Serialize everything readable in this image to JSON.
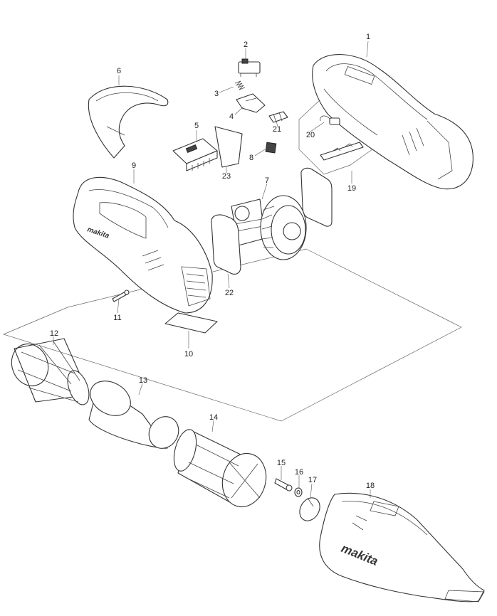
{
  "diagram": {
    "callouts": [
      {
        "id": "1",
        "label": "1"
      },
      {
        "id": "2",
        "label": "2"
      },
      {
        "id": "3",
        "label": "3"
      },
      {
        "id": "4",
        "label": "4"
      },
      {
        "id": "5",
        "label": "5"
      },
      {
        "id": "6",
        "label": "6"
      },
      {
        "id": "7",
        "label": "7"
      },
      {
        "id": "8",
        "label": "8"
      },
      {
        "id": "9",
        "label": "9"
      },
      {
        "id": "10",
        "label": "10"
      },
      {
        "id": "11",
        "label": "11"
      },
      {
        "id": "12",
        "label": "12"
      },
      {
        "id": "13",
        "label": "13"
      },
      {
        "id": "14",
        "label": "14"
      },
      {
        "id": "15",
        "label": "15"
      },
      {
        "id": "16",
        "label": "16"
      },
      {
        "id": "17",
        "label": "17"
      },
      {
        "id": "18",
        "label": "18"
      },
      {
        "id": "19",
        "label": "19"
      },
      {
        "id": "20",
        "label": "20"
      },
      {
        "id": "21",
        "label": "21"
      },
      {
        "id": "22",
        "label": "22"
      },
      {
        "id": "23",
        "label": "23"
      }
    ],
    "brand_marks": {
      "housing_logo": "makita",
      "nozzle_logo": "makita"
    }
  }
}
